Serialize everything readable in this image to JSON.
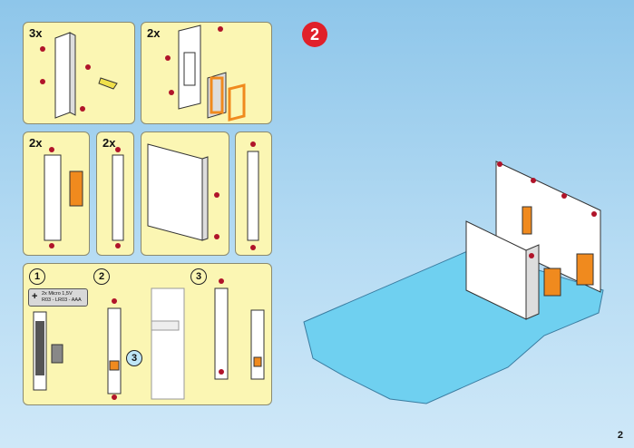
{
  "step_number": "2",
  "page_number": "2",
  "panels": {
    "p1": {
      "qty": "3x"
    },
    "p2": {
      "qty": "2x"
    },
    "p3": {
      "qty": "2x"
    },
    "p4": {
      "qty": "2x"
    }
  },
  "substeps": {
    "s1": "1",
    "s2": "2",
    "s3": "3",
    "callout": "3"
  },
  "battery": {
    "line1": "2x Micro 1,5V",
    "line2": "R03 - LR03 - AAA"
  },
  "colors": {
    "panel": "#fbf6b3",
    "badge": "#e0202a",
    "base": "#6fd0f0",
    "window": "#f08a1e",
    "peg": "#b0142a"
  }
}
